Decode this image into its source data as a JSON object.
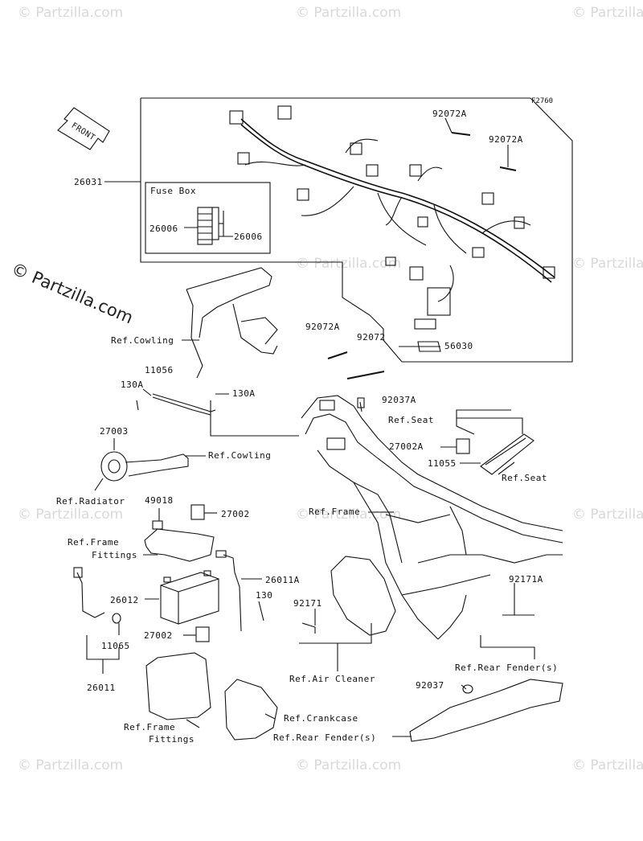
{
  "diagram_code": "F2760",
  "front_label": "FRONT",
  "watermark_text": "© Partzilla.com",
  "main_watermark": "© Partzilla.com",
  "fuse_box_title": "Fuse Box",
  "labels": {
    "p26031": "26031",
    "p92072A_1": "92072A",
    "p92072A_2": "92072A",
    "p26006_left": "26006",
    "p26006_right": "26006",
    "p56030": "56030",
    "p92072A_3": "92072A",
    "p92072": "92072",
    "ref_cowling_1": "Ref.Cowling",
    "p11056": "11056",
    "p130A_1": "130A",
    "p130A_2": "130A",
    "p92037A": "92037A",
    "ref_seat_1": "Ref.Seat",
    "p27002A": "27002A",
    "p11055": "11055",
    "ref_seat_2": "Ref.Seat",
    "p27003": "27003",
    "ref_cowling_2": "Ref.Cowling",
    "ref_radiator": "Ref.Radiator",
    "p49018": "49018",
    "p27002_1": "27002",
    "ref_frame": "Ref.Frame",
    "ref_frame_fittings_1a": "Ref.Frame",
    "ref_frame_fittings_1b": "Fittings",
    "p26011A": "26011A",
    "p130": "130",
    "p26012": "26012",
    "p92171": "92171",
    "p92171A": "92171A",
    "p11065": "11065",
    "p27002_2": "27002",
    "ref_air_cleaner": "Ref.Air Cleaner",
    "ref_rear_fender_1": "Ref.Rear Fender(s)",
    "p26011": "26011",
    "p92037": "92037",
    "ref_crankcase": "Ref.Crankcase",
    "ref_frame_fittings_2a": "Ref.Frame",
    "ref_frame_fittings_2b": "Fittings",
    "ref_rear_fender_2": "Ref.Rear Fender(s)"
  }
}
